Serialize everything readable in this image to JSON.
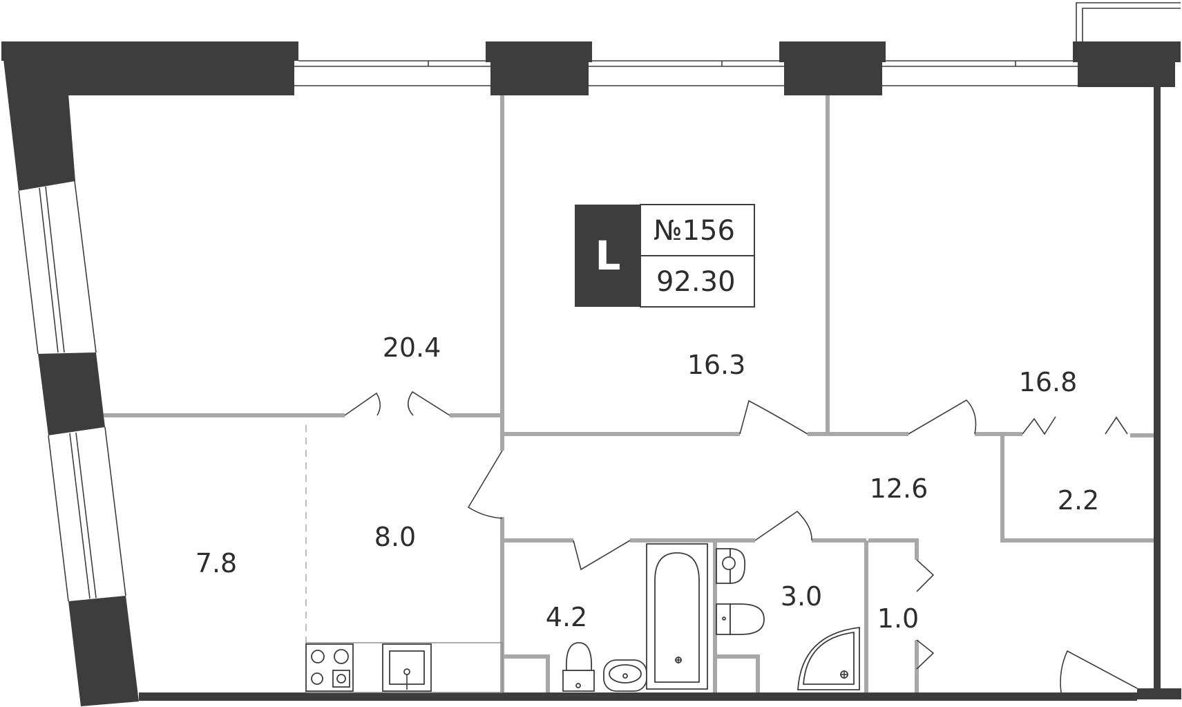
{
  "badge": {
    "type_letter": "L",
    "apartment_number": "№156",
    "total_area": "92.30"
  },
  "rooms": {
    "room_20_4": "20.4",
    "room_16_3": "16.3",
    "room_16_8": "16.8",
    "room_12_6": "12.6",
    "room_2_2": "2.2",
    "room_7_8": "7.8",
    "room_8_0": "8.0",
    "room_4_2": "4.2",
    "room_3_0": "3.0",
    "room_1_0": "1.0"
  },
  "colors": {
    "wall": "#3d3d3d",
    "partition": "#a8a8a8",
    "background": "#ffffff"
  }
}
